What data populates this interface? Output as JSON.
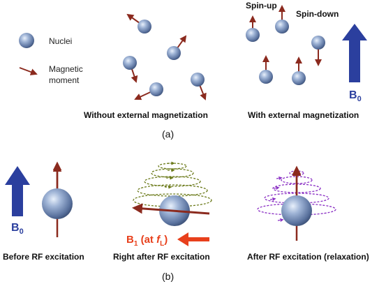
{
  "panel_a": {
    "legend_nuclei": "Nuclei",
    "legend_moment_line1": "Magnetic",
    "legend_moment_line2": "moment",
    "caption_left": "Without external magnetization",
    "caption_right": "With external magnetization",
    "spin_up": "Spin-up",
    "spin_down": "Spin-down",
    "field_label": "B",
    "field_sub": "0",
    "label": "(a)"
  },
  "panel_b": {
    "field_label": "B",
    "field_sub": "0",
    "caption_1": "Before RF excitation",
    "caption_2": "Right after RF excitation",
    "caption_3": "After RF excitation (relaxation)",
    "rf_label_b": "B",
    "rf_label_sub": "1",
    "rf_label_rest": " (at ",
    "rf_label_f": "f",
    "rf_label_fsub": "L",
    "rf_label_close": ")",
    "label": "(b)"
  },
  "colors": {
    "arrow_red": "#8b2a1e",
    "field_blue": "#2b3f9e",
    "rf_orange": "#e8401c",
    "spiral_green": "#6b7a1a",
    "spiral_purple": "#8a2fc4"
  }
}
